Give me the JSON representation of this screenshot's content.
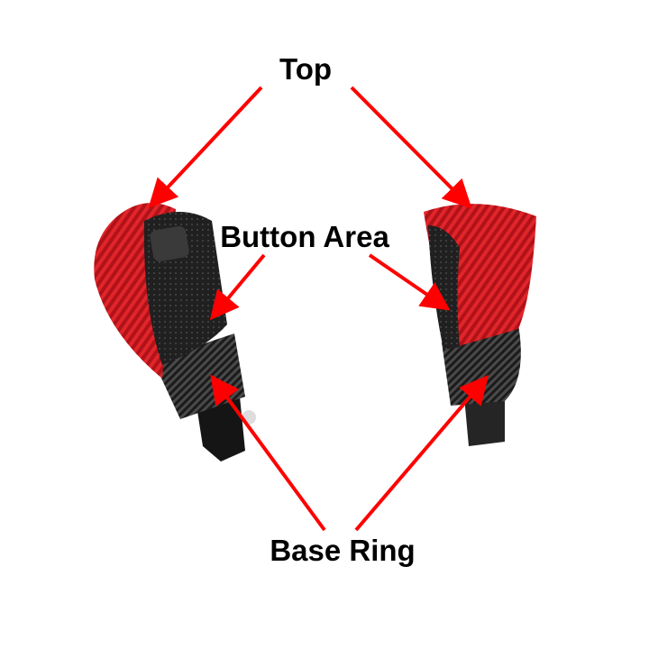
{
  "labels": {
    "top": "Top",
    "button_area": "Button Area",
    "base_ring": "Base Ring"
  },
  "colors": {
    "arrow": "#ff0000",
    "carbon_red": "#c0141a",
    "leather": "#1e1e1e",
    "carbon_black": "#2a2a2a"
  }
}
